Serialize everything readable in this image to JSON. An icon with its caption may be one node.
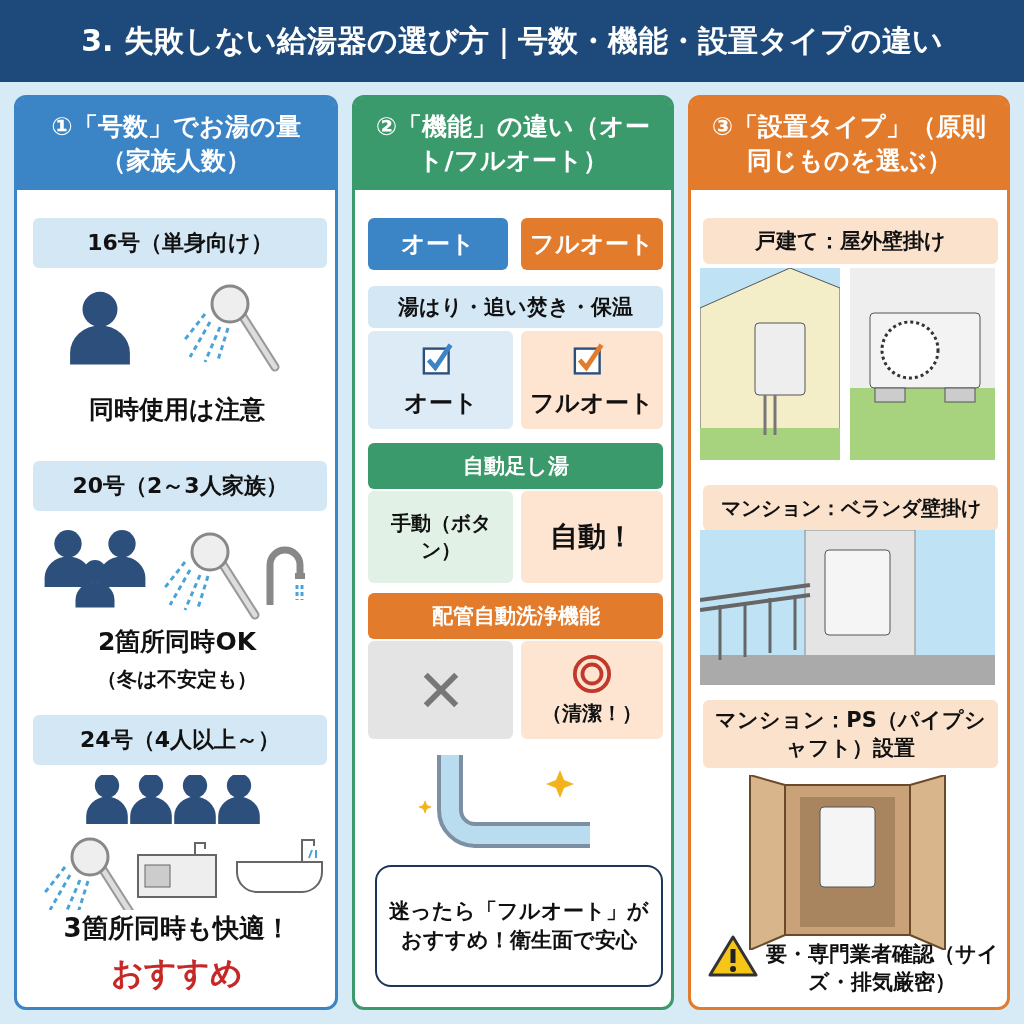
{
  "diagram": {
    "title": "3. 失敗しない給湯器の選び方｜号数・機能・設置タイプの違い",
    "nodes": [
      {
        "text": [
          "①「号数」でお湯の量（家族人数）"
        ]
      },
      {
        "text": [
          "16号（単身向け）"
        ],
        "in": 0
      },
      {
        "text": [
          "20号（2～3人家族）"
        ],
        "in": 0
      },
      {
        "text": [
          "24号（4人以上～）"
        ],
        "in": 0
      },
      {
        "text": [
          "②「機能」の違い（オート/フルオート）"
        ]
      },
      {
        "text": [
          "オート"
        ],
        "in": 4
      },
      {
        "text": [
          "フルオート"
        ],
        "in": 4
      },
      {
        "text": [
          "湯はり・追い焚き・保温"
        ],
        "in": 4
      },
      {
        "text": [
          "オート"
        ],
        "in": 4
      },
      {
        "text": [
          "フルオート"
        ],
        "in": 4
      },
      {
        "text": [
          "自動足し湯"
        ],
        "in": 4
      },
      {
        "text": [
          "手動（ボタン）"
        ],
        "in": 4
      },
      {
        "text": [
          "自動！"
        ],
        "in": 4
      },
      {
        "text": [
          "配管自動洗浄機能"
        ],
        "in": 4
      },
      {
        "text": [],
        "shape": "box",
        "in": 4
      },
      {
        "text": [
          "（清潔！）"
        ],
        "in": 4
      },
      {
        "text": [
          "迷ったら「フルオート」がおすすめ！衛生面で安心"
        ],
        "in": 4
      },
      {
        "text": [
          "③「設置タイプ」（原則同じものを選ぶ）"
        ]
      },
      {
        "text": [
          "戸建て：屋外壁掛け"
        ],
        "in": 17
      },
      {
        "text": [
          "マンション：ベランダ壁掛け"
        ],
        "in": 17
      },
      {
        "text": [
          "マンション：PS（パイプシャフト）設置"
        ],
        "in": 17
      }
    ],
    "labels": [
      "同時使用は注意",
      "2箇所同時OK",
      "（冬は不安定も）",
      "3箇所同時も快適！",
      "おすすめ",
      "要・専門業者確認（サイズ・排気厳密）"
    ]
  }
}
